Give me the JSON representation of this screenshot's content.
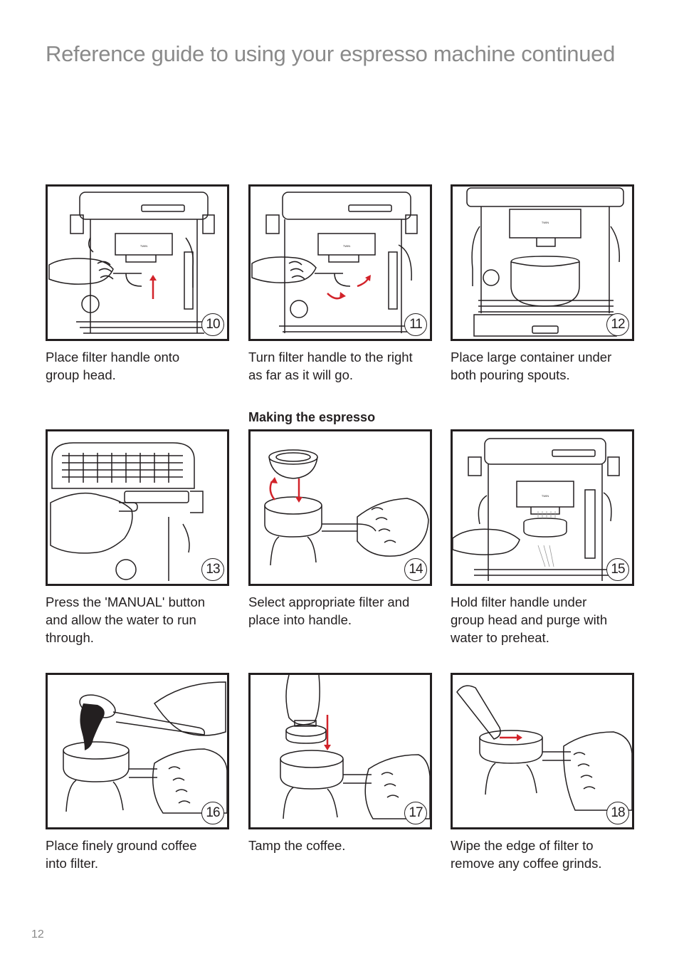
{
  "title": "Reference guide to using your espresso machine continued",
  "section_heading": "Making the espresso",
  "steps": [
    {
      "number": "10",
      "caption": "Place filter handle onto\ngroup head.",
      "icon": "espresso-machine-attach-handle"
    },
    {
      "number": "11",
      "caption": "Turn filter handle to the right\nas far as it will go.",
      "icon": "espresso-machine-turn-handle"
    },
    {
      "number": "12",
      "caption": "Place large container under\nboth pouring spouts.",
      "icon": "espresso-machine-container"
    },
    {
      "number": "13",
      "caption": "Press the 'MANUAL' button\nand allow the water to run\nthrough.",
      "icon": "press-manual-button"
    },
    {
      "number": "14",
      "caption": "Select appropriate filter and\nplace into handle.",
      "icon": "filter-into-handle"
    },
    {
      "number": "15",
      "caption": "Hold filter handle under\ngroup head and purge with\nwater to preheat.",
      "icon": "purge-water"
    },
    {
      "number": "16",
      "caption": "Place finely ground coffee\ninto filter.",
      "icon": "scoop-coffee"
    },
    {
      "number": "17",
      "caption": "Tamp the coffee.",
      "icon": "tamp-coffee"
    },
    {
      "number": "18",
      "caption": "Wipe the edge of filter to\nremove any coffee grinds.",
      "icon": "wipe-filter"
    }
  ],
  "machine_label": "TWIN\nTHERMOBLOCK\nSYSTEM",
  "page_number": "12",
  "colors": {
    "ink": "#231f20",
    "title_gray": "#8a8a8a",
    "arrow_red": "#d2232a"
  }
}
